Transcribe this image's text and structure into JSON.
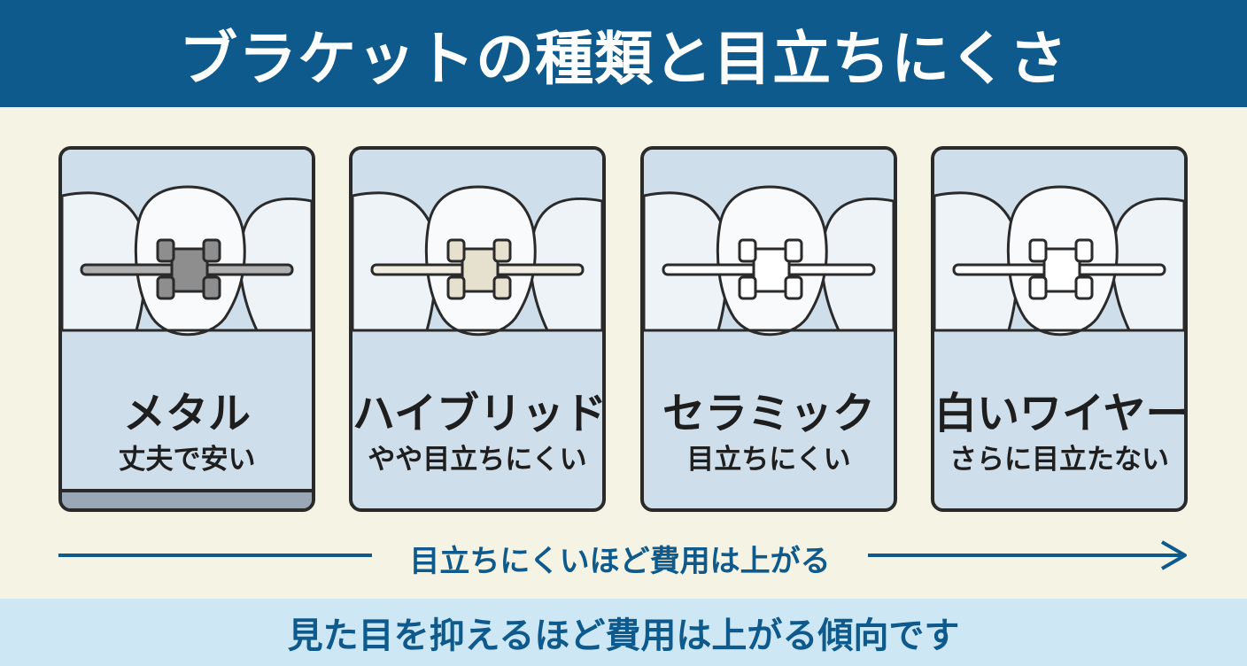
{
  "header": {
    "title": "ブラケットの種類と目立ちにくさ"
  },
  "cards": [
    {
      "name": "メタル",
      "desc": "丈夫で安い",
      "bracket_color": "#8e8e8e",
      "wire_color": "#b0b0b0"
    },
    {
      "name": "ハイブリッド",
      "desc": "やや目立ちにくい",
      "bracket_color": "#e6e1cf",
      "wire_color": "#f0ede0"
    },
    {
      "name": "セラミック",
      "desc": "目立ちにくい",
      "bracket_color": "#ffffff",
      "wire_color": "#ffffff"
    },
    {
      "name": "白いワイヤー",
      "desc": "さらに目立たない",
      "bracket_color": "#ffffff",
      "wire_color": "#ffffff"
    }
  ],
  "arrow": {
    "label": "目立ちにくいほど費用は上がる"
  },
  "footer": {
    "text": "見た目を抑えるほど費用は上がる傾向です"
  },
  "colors": {
    "header_bg": "#0e5a8c",
    "page_bg": "#f5f3e4",
    "card_bg": "#cfdeeb",
    "footer_bg": "#cde7f5",
    "accent_text": "#0e5a8c"
  }
}
